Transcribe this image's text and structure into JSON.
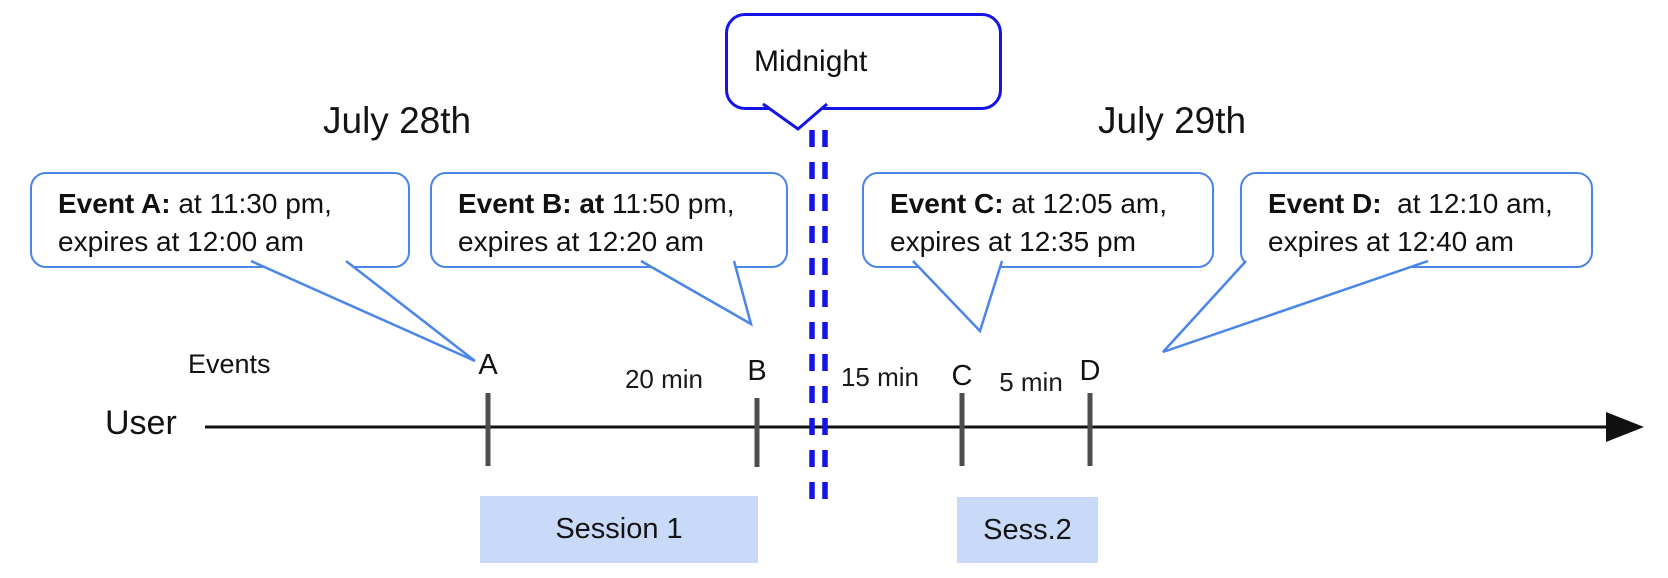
{
  "dates": {
    "left": "July 28th",
    "right": "July 29th"
  },
  "midnight": {
    "label": "Midnight"
  },
  "events": [
    {
      "name": "A",
      "bold": "Event A:",
      "rest": " at 11:30 pm,",
      "line2": "expires at 12:00 am"
    },
    {
      "name": "B",
      "bold": "Event B: at",
      "rest": " 11:50 pm,",
      "line2": "expires at 12:20 am"
    },
    {
      "name": "C",
      "bold": "Event C:",
      "rest": " at 12:05 am,",
      "line2": "expires at 12:35 pm"
    },
    {
      "name": "D",
      "bold": "Event D:",
      "rest": "  at 12:10 am,",
      "line2": "expires at 12:40 am"
    }
  ],
  "timeline": {
    "axis_label": "User",
    "events_label": "Events",
    "ticks": [
      "A",
      "B",
      "C",
      "D"
    ],
    "intervals": [
      {
        "label": "20 min"
      },
      {
        "label": "15 min"
      },
      {
        "label": "5 min"
      }
    ]
  },
  "sessions": [
    {
      "label": "Session 1"
    },
    {
      "label": "Sess.2"
    }
  ],
  "colors": {
    "callout_border": "#4a86e8",
    "midnight_blue": "#1414e8",
    "session_fill": "#c9daf8",
    "tick_gray": "#4d4d4d",
    "axis_black": "#111111"
  }
}
